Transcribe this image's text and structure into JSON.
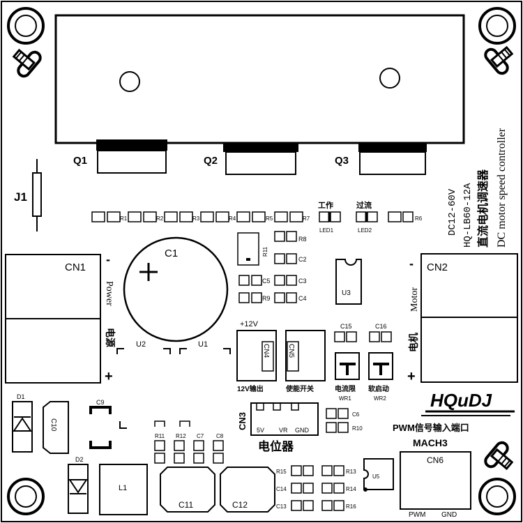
{
  "board": {
    "chinese_title": "直流电机调速器",
    "english_title": "DC motor speed controller",
    "model": "HQ-LB60-12A",
    "voltage": "DC12-60V",
    "brand": "HQuDJ"
  },
  "transistors": {
    "q1": "Q1",
    "q2": "Q2",
    "q3": "Q3"
  },
  "jumper": "J1",
  "capacitor_main": "C1",
  "connectors": {
    "cn1": "CN1",
    "cn2": "CN2",
    "cn3": "CN3",
    "cn4": "CN4",
    "cn5": "CN5",
    "cn6": "CN6"
  },
  "power_side": {
    "minus": "-",
    "plus": "+",
    "power_en": "Power",
    "power_cn": "电源"
  },
  "motor_side": {
    "minus": "-",
    "plus": "+",
    "motor_en": "Motor",
    "motor_cn": "电机"
  },
  "resistors_top": [
    "R1",
    "R2",
    "R3",
    "R4",
    "R5",
    "R7",
    "R6"
  ],
  "leds": {
    "work_label": "工作",
    "filter_label": "过流",
    "led1": "LED1",
    "led2": "LED2"
  },
  "mid_parts": {
    "r8": "R8",
    "c2": "C2",
    "c5": "C5",
    "c3": "C3",
    "r9": "R9",
    "c4": "C4",
    "u3": "U3",
    "r11_vertical": "R11"
  },
  "v12": "+12V",
  "regulators": {
    "u2": "U2",
    "u1": "U1"
  },
  "functions": {
    "out12v": "12V输出",
    "enable_switch": "使能开关",
    "current_limit": "电流限",
    "soft_start": "软启动",
    "wr1": "WR1",
    "wr2": "WR2",
    "c15": "C15",
    "c16": "C16"
  },
  "pot": {
    "pins": [
      "5V",
      "VR",
      "GND"
    ],
    "label_cn": "电位器",
    "c6": "C6",
    "r10": "R10"
  },
  "pwm": {
    "label_cn": "PWM信号输入端口",
    "mach3": "MACH3",
    "pwm_pin": "PWM",
    "gnd_pin": "GND"
  },
  "bottom_left": {
    "d1": "D1",
    "d2": "D2",
    "c10": "C10",
    "c9": "C9",
    "l1": "L1"
  },
  "bottom_mid": {
    "r11": "R11",
    "r12": "R12",
    "c7": "C7",
    "c8": "C8",
    "c11": "C11",
    "c12": "C12",
    "r15": "R15",
    "c14": "C14",
    "c13": "C13",
    "r13": "R13",
    "r14": "R14",
    "r16": "R16",
    "u5": "U5"
  }
}
